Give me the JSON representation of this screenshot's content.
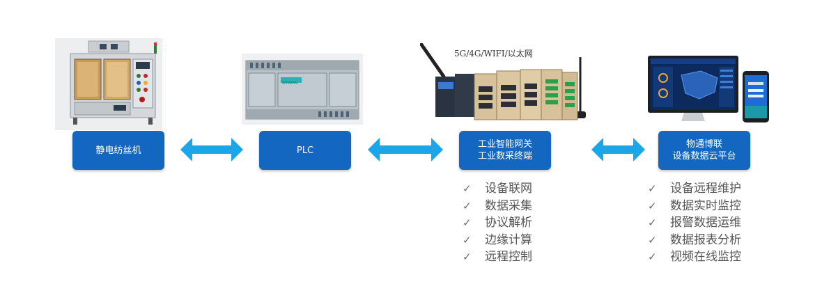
{
  "nodes": {
    "spinner": {
      "label": "静电纺丝机"
    },
    "plc": {
      "label": "PLC",
      "photo_text": "SIEMENS"
    },
    "gateway": {
      "line1": "工业智能网关",
      "line2": "工业数采终端"
    },
    "cloud": {
      "line1": "物通博联",
      "line2": "设备数据云平台"
    }
  },
  "gateway_network_label": "5G/4G/WIFI/以太网",
  "gateway_features": [
    "设备联网",
    "数据采集",
    "协议解析",
    "边缘计算",
    "远程控制"
  ],
  "cloud_features": [
    "设备远程维护",
    "数据实时监控",
    "报警数据运维",
    "数据报表分析",
    "视频在线监控"
  ],
  "checkmark": "✓",
  "colors": {
    "node_fill": "#1367c0",
    "arrow": "#1aa6ea",
    "text": "#555555"
  }
}
